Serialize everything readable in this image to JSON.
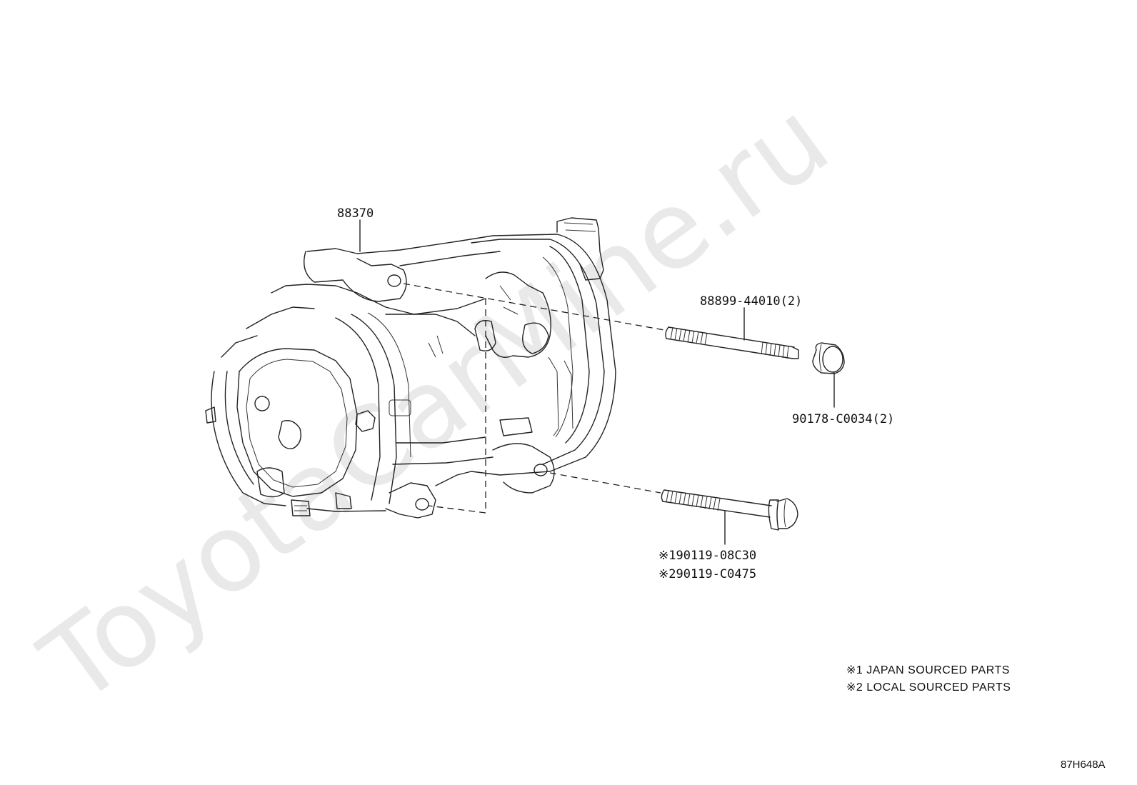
{
  "watermark": "ToyotaCarMine.ru",
  "parts": {
    "compressor": "88370",
    "stud": "88899-44010(2)",
    "nut": "90178-C0034(2)",
    "bolt_japan": "※190119-08C30",
    "bolt_local": "※290119-C0475"
  },
  "legend": {
    "note1": "※1 JAPAN SOURCED PARTS",
    "note2": "※2 LOCAL SOURCED PARTS"
  },
  "diagram_code": "87H648A"
}
